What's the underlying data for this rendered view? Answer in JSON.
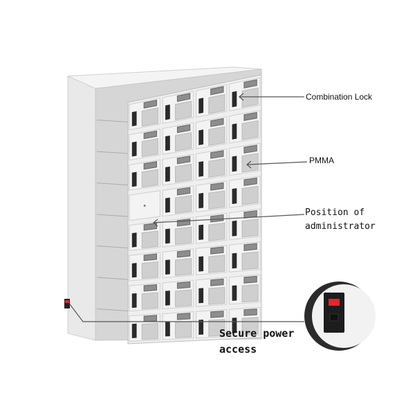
{
  "callouts": {
    "combination_lock": "Combination Lock",
    "pmma": "PMMA",
    "admin_line1": "Position of",
    "admin_line2": "administrator",
    "power_line1": "Secure power",
    "power_line2": "access"
  },
  "locker": {
    "rows": 8,
    "columns": 4,
    "admin_cell": {
      "row": 4,
      "column": 1
    }
  },
  "colors": {
    "switch_red": "#e8252a",
    "lock_dark": "#2a2a2a",
    "panel": "#ececec"
  }
}
